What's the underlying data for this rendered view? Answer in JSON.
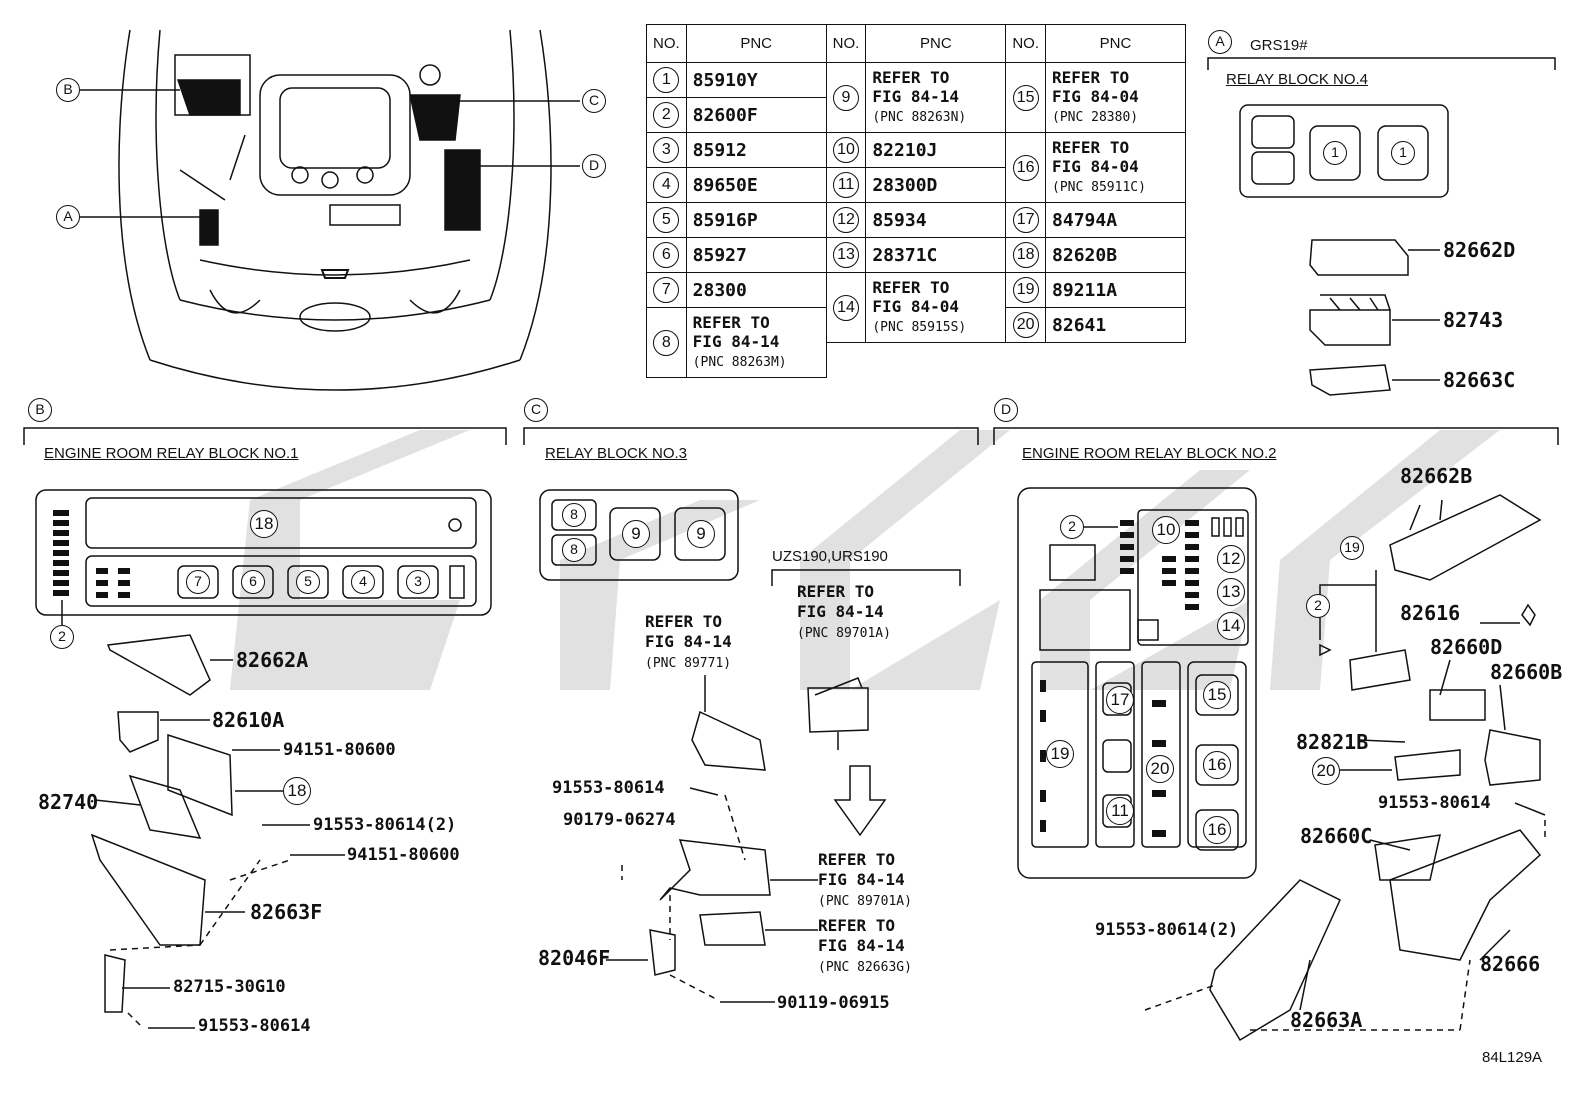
{
  "table": {
    "headers": [
      "NO.",
      "PNC",
      "NO.",
      "PNC",
      "NO.",
      "PNC"
    ],
    "rows": [
      {
        "no": "1",
        "pnc": "85910Y"
      },
      {
        "no": "2",
        "pnc": "82600F"
      },
      {
        "no": "3",
        "pnc": "85912"
      },
      {
        "no": "4",
        "pnc": "89650E"
      },
      {
        "no": "5",
        "pnc": "85916P"
      },
      {
        "no": "6",
        "pnc": "85927"
      },
      {
        "no": "7",
        "pnc": "28300"
      },
      {
        "no": "8",
        "pnc": [
          "REFER TO",
          "FIG 84-14",
          "(PNC 88263M)"
        ]
      },
      {
        "no": "9",
        "pnc": [
          "REFER TO",
          "FIG 84-14",
          "(PNC 88263N)"
        ]
      },
      {
        "no": "10",
        "pnc": "82210J"
      },
      {
        "no": "11",
        "pnc": "28300D"
      },
      {
        "no": "12",
        "pnc": "85934"
      },
      {
        "no": "13",
        "pnc": "28371C"
      },
      {
        "no": "14",
        "pnc": [
          "REFER TO",
          "FIG 84-04",
          "(PNC 85915S)"
        ]
      },
      {
        "no": "15",
        "pnc": [
          "REFER TO",
          "FIG 84-04",
          "(PNC 28380)"
        ]
      },
      {
        "no": "16",
        "pnc": [
          "REFER TO",
          "FIG 84-04",
          "(PNC 85911C)"
        ]
      },
      {
        "no": "17",
        "pnc": "84794A"
      },
      {
        "no": "18",
        "pnc": "82620B"
      },
      {
        "no": "19",
        "pnc": "89211A"
      },
      {
        "no": "20",
        "pnc": "82641"
      }
    ]
  },
  "callouts": {
    "A": "A",
    "B": "B",
    "C": "C",
    "D": "D"
  },
  "section_a": {
    "model": "GRS19#",
    "title": "RELAY BLOCK NO.4",
    "parts": [
      "82662D",
      "82743",
      "82663C"
    ]
  },
  "section_b": {
    "title": "ENGINE ROOM RELAY BLOCK NO.1",
    "parts": [
      "82662A",
      "82610A",
      "94151-80600",
      "82740",
      "91553-80614(2)",
      "94151-80600",
      "82663F",
      "82715-30G10",
      "91553-80614"
    ]
  },
  "section_c": {
    "title": "RELAY BLOCK NO.3",
    "model": "UZS190,URS190",
    "refs": [
      [
        "REFER TO",
        "FIG 84-14",
        "(PNC 89771)"
      ],
      [
        "REFER TO",
        "FIG 84-14",
        "(PNC 89701A)"
      ],
      [
        "REFER TO",
        "FIG 84-14",
        "(PNC 89701A)"
      ],
      [
        "REFER TO",
        "FIG 84-14",
        "(PNC 82663G)"
      ]
    ],
    "parts": [
      "91553-80614",
      "90179-06274",
      "82046F",
      "90119-06915"
    ]
  },
  "section_d": {
    "title": "ENGINE ROOM RELAY BLOCK NO.2",
    "parts": [
      "82662B",
      "82616",
      "82660D",
      "82660B",
      "82821B",
      "91553-80614",
      "82660C",
      "91553-80614(2)",
      "82666",
      "82663A"
    ]
  },
  "figure_code": "84L129A"
}
